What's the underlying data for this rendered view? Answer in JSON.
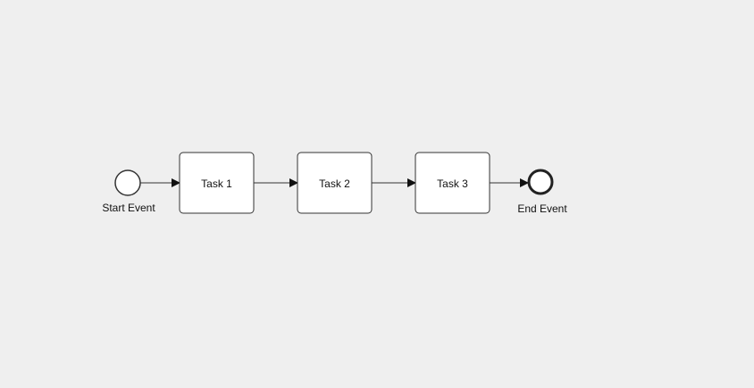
{
  "diagram": {
    "title": "",
    "colors": {
      "background": "#efefef",
      "shape_fill": "#ffffff",
      "shape_stroke": "#333333",
      "flow_stroke": "#333333",
      "text": "#111111"
    },
    "start_event": {
      "label": "Start Event",
      "shape": "circle-thin-border"
    },
    "tasks": [
      {
        "label": "Task 1",
        "shape": "rounded-rectangle"
      },
      {
        "label": "Task 2",
        "shape": "rounded-rectangle"
      },
      {
        "label": "Task 3",
        "shape": "rounded-rectangle"
      }
    ],
    "end_event": {
      "label": "End Event",
      "shape": "circle-thick-border"
    },
    "flows": [
      {
        "from": "Start Event",
        "to": "Task 1"
      },
      {
        "from": "Task 1",
        "to": "Task 2"
      },
      {
        "from": "Task 2",
        "to": "Task 3"
      },
      {
        "from": "Task 3",
        "to": "End Event"
      }
    ]
  }
}
